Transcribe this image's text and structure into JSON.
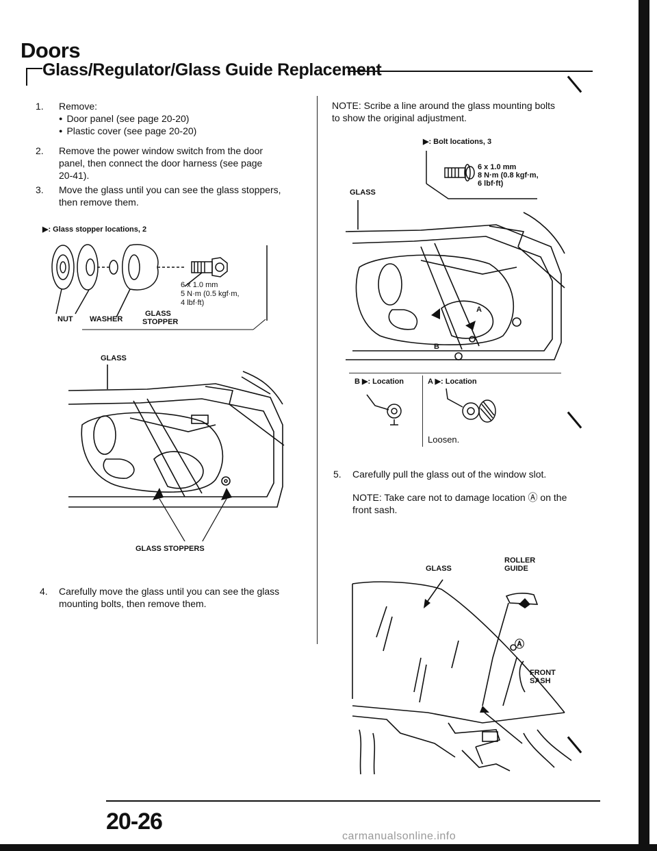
{
  "header": {
    "title": "Doors",
    "subtitle": "Glass/Regulator/Glass Guide Replacement"
  },
  "left": {
    "step1_num": "1.",
    "step1_text": "Remove:",
    "step1_bullets": [
      "Door panel (see page 20-20)",
      "Plastic cover (see page 20-20)"
    ],
    "step2_num": "2.",
    "step2_lines": [
      "Remove the power window switch from the door",
      "panel, then connect the door harness (see page",
      "20-41)."
    ],
    "step3_num": "3.",
    "step3_lines": [
      "Move the glass until you can see the glass stoppers,",
      "then remove them."
    ],
    "stopper_caption": "▶: Glass stopper locations, 2",
    "torque1": [
      "6 x 1.0 mm",
      "5 N·m (0.5 kgf·m,",
      "4 lbf·ft)"
    ],
    "part_nut": "NUT",
    "part_washer": "WASHER",
    "part_glass_stopper": [
      "GLASS",
      "STOPPER"
    ],
    "door_label_glass": "GLASS",
    "door_label_stoppers": "GLASS STOPPERS",
    "step4_num": "4.",
    "step4_lines": [
      "Carefully move the glass until you can see the glass",
      "mounting bolts, then remove them."
    ]
  },
  "right": {
    "note_lines": [
      "NOTE:  Scribe a line around the glass mounting bolts",
      "to show the original adjustment."
    ],
    "bolt_caption": "▶: Bolt locations, 3",
    "torque2": [
      "6 x 1.0 mm",
      "8 N·m (0.8 kgf·m,",
      "6 lbf·ft)"
    ],
    "door_label_glass": "GLASS",
    "label_a": "A",
    "label_b": "B",
    "loc_b": "B  ▶: Location",
    "loc_a": "A  ▶: Location",
    "loosen": "Loosen.",
    "step5_num": "5.",
    "step5_text": "Carefully pull the glass out of the window slot.",
    "note2_lines": [
      "NOTE:  Take care not to damage location Ⓐ on the",
      "front sash."
    ],
    "glass2": "GLASS",
    "roller_guide": [
      "ROLLER",
      "GUIDE"
    ],
    "front_sash": [
      "FRONT",
      "SASH"
    ],
    "callout_a": "Ⓐ"
  },
  "footer": {
    "page_number": "20-26",
    "watermark": "carmanualsonline.info"
  }
}
